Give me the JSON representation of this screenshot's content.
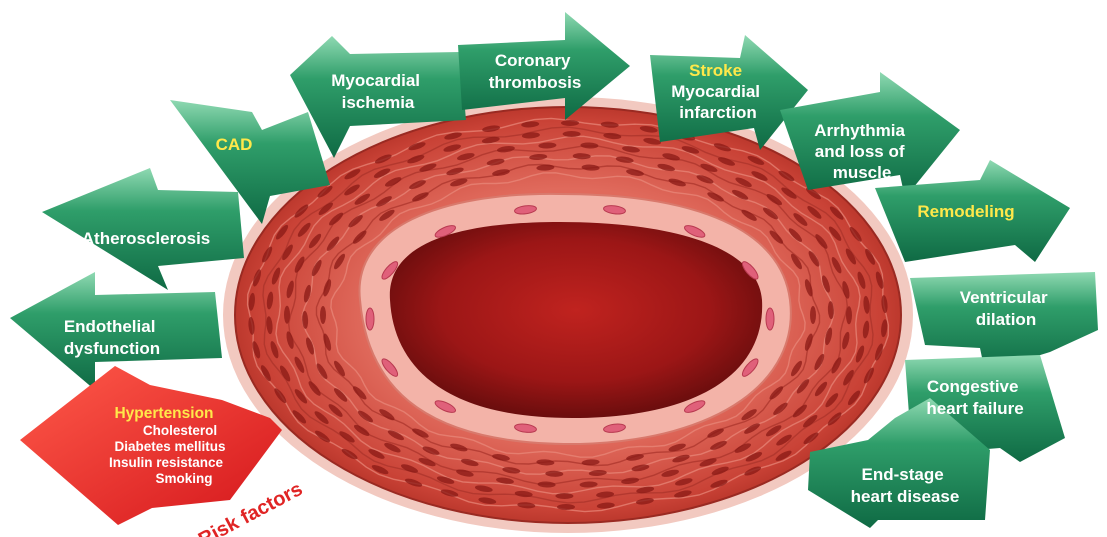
{
  "stages": [
    {
      "lines": [
        "Endothelial",
        "dysfunction"
      ],
      "highlight": false
    },
    {
      "lines": [
        "Atherosclerosis"
      ],
      "highlight": false
    },
    {
      "lines": [
        "CAD"
      ],
      "highlight": true
    },
    {
      "lines": [
        "Myocardial",
        "ischemia"
      ],
      "highlight": false
    },
    {
      "lines": [
        "Coronary",
        "thrombosis"
      ],
      "highlight": false
    },
    {
      "lines": [
        "Stroke",
        "Myocardial",
        "infarction"
      ],
      "highlight_first_line": true
    },
    {
      "lines": [
        "Arrhythmia",
        "and loss of",
        "muscle"
      ],
      "highlight": false
    },
    {
      "lines": [
        "Remodeling"
      ],
      "highlight": true
    },
    {
      "lines": [
        "Ventricular",
        "dilation"
      ],
      "highlight": false
    },
    {
      "lines": [
        "Congestive",
        "heart failure"
      ],
      "highlight": false
    },
    {
      "lines": [
        "End-stage",
        "heart disease"
      ],
      "highlight": false
    }
  ],
  "risk_factors": {
    "heading": "Hypertension",
    "items": [
      "Cholesterol",
      "Diabetes mellitus",
      "Insulin resistance",
      "Smoking"
    ],
    "caption": "Risk factors"
  },
  "colors": {
    "arrow_green": "#1f8a5b",
    "arrow_green_light": "#6cc79a",
    "risk_red": "#e8262a",
    "highlight_text": "#ffe84a",
    "vessel_muscle": "#c8443c",
    "vessel_lumen": "#8e1414"
  }
}
